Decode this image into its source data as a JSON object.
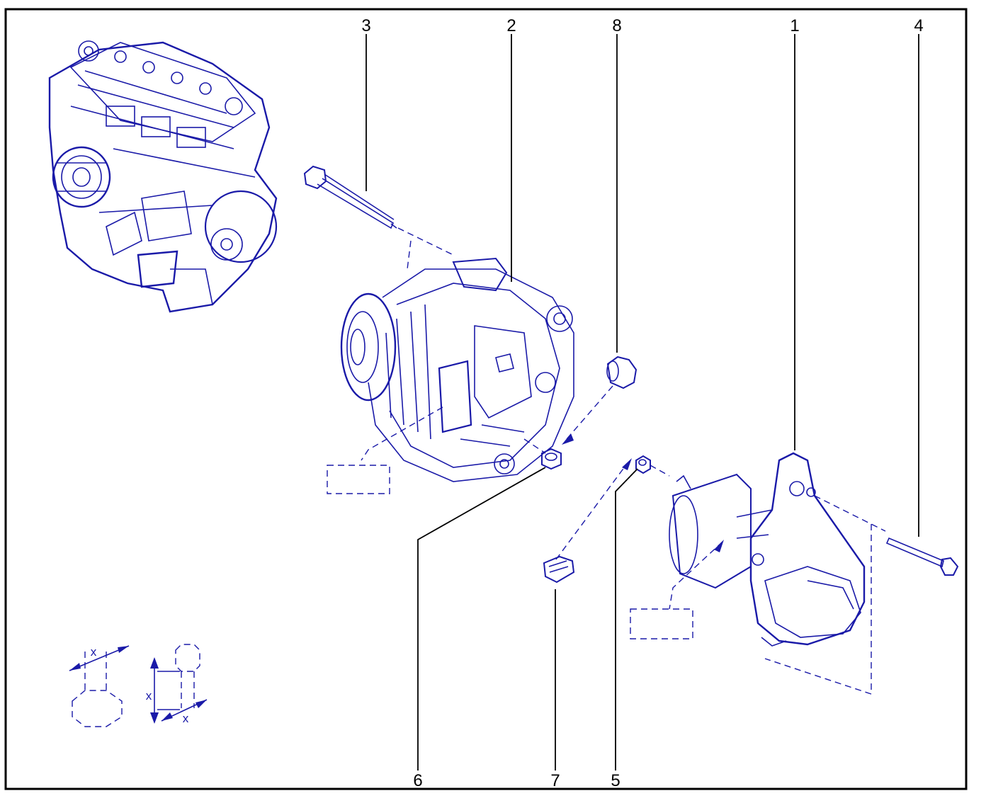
{
  "colors": {
    "frame": "#000000",
    "drawing": "#1a1aa8",
    "background": "#ffffff"
  },
  "callouts": {
    "c1": "1",
    "c2": "2",
    "c3": "3",
    "c4": "4",
    "c5": "5",
    "c6": "6",
    "c7": "7",
    "c8": "8"
  },
  "dimension_symbols": {
    "nut_x": "x",
    "bolt_x_side": "x",
    "bolt_x_bottom": "x"
  },
  "icons": [
    "engine-icon",
    "alternator-icon",
    "starter-motor-icon",
    "bolt-icon",
    "nut-icon",
    "cap-icon",
    "connector-icon",
    "nut-dimension-icon",
    "bolt-dimension-icon"
  ]
}
